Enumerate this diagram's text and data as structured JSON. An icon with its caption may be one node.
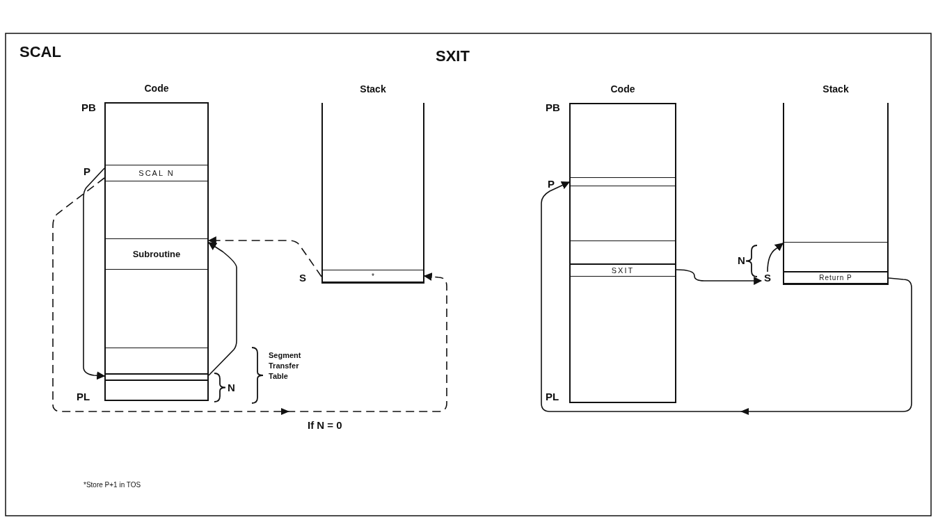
{
  "diagram": {
    "nodes": [
      {
        "text": [
          "Code"
        ]
      },
      {
        "text": [
          "SCAL N"
        ],
        "in": 0
      },
      {
        "text": [
          "Subroutine"
        ],
        "in": 0
      },
      {
        "text": [],
        "shape": "box",
        "in": 0
      },
      {
        "text": [],
        "shape": "box",
        "in": 0
      },
      {
        "text": [],
        "shape": "box",
        "in": 0
      },
      {
        "text": [
          "Stack"
        ]
      },
      {
        "text": [
          "*"
        ],
        "in": 6
      },
      {
        "text": [
          "Code"
        ]
      },
      {
        "text": [],
        "shape": "box",
        "in": 8
      },
      {
        "text": [],
        "shape": "box",
        "in": 8
      },
      {
        "text": [
          "SXIT"
        ],
        "in": 8
      },
      {
        "text": [
          "Stack"
        ]
      },
      {
        "text": [],
        "shape": "box",
        "in": 12
      },
      {
        "text": [
          "Return P"
        ],
        "in": 12
      },
      {
        "text": [
          "S"
        ]
      }
    ],
    "edges": [
      {
        "from": 1,
        "to": 4,
        "arrow": "to"
      },
      {
        "from": 4,
        "to": 2,
        "arrow": "to"
      },
      {
        "from": 1,
        "to": 7,
        "arrow": "to",
        "style": "dashed",
        "label": "If N = 0"
      },
      {
        "from": 7,
        "to": 2,
        "arrow": "to",
        "style": "dashed"
      },
      {
        "from": 11,
        "to": 15,
        "arrow": "to"
      },
      {
        "from": 15,
        "to": 13,
        "arrow": "to"
      },
      {
        "from": 14,
        "to": 9,
        "arrow": "to"
      }
    ],
    "labels": [
      "SCAL",
      "SXIT",
      "PB",
      "PB",
      "P",
      "P",
      "S",
      "N",
      "N",
      "Segment Transfer Table",
      "PL",
      "PL",
      "*Store P+1 in TOS"
    ]
  }
}
